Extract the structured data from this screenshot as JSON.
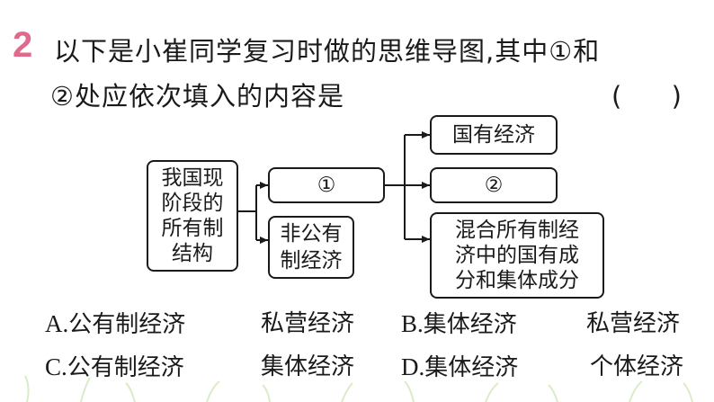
{
  "question": {
    "number": "2",
    "stem_line1": "以下是小崔同学复习时做的思维导图,其中①和",
    "stem_line2": "②处应依次填入的内容是",
    "answer_blank": "(      )"
  },
  "mind_map": {
    "root": [
      "我国现",
      "阶段的",
      "所有制",
      "结构"
    ],
    "node1": "①",
    "node_non_public": [
      "非公有",
      "制经济"
    ],
    "leaf_state": "国有经济",
    "leaf2": "②",
    "leaf_mixed": [
      "混合所有制经",
      "济中的国有成",
      "分和集体成分"
    ]
  },
  "options": [
    {
      "letter": "A.",
      "first": "公有制经济",
      "second": "私营经济"
    },
    {
      "letter": "B.",
      "first": "集体经济",
      "second": "私营经济"
    },
    {
      "letter": "C.",
      "first": "公有制经济",
      "second": "集体经济"
    },
    {
      "letter": "D.",
      "first": "集体经济",
      "second": "个体经济"
    }
  ],
  "colors": {
    "qnum": "#e06a8c",
    "ink": "#1a1a1a",
    "grass": "#c9e6b0"
  }
}
